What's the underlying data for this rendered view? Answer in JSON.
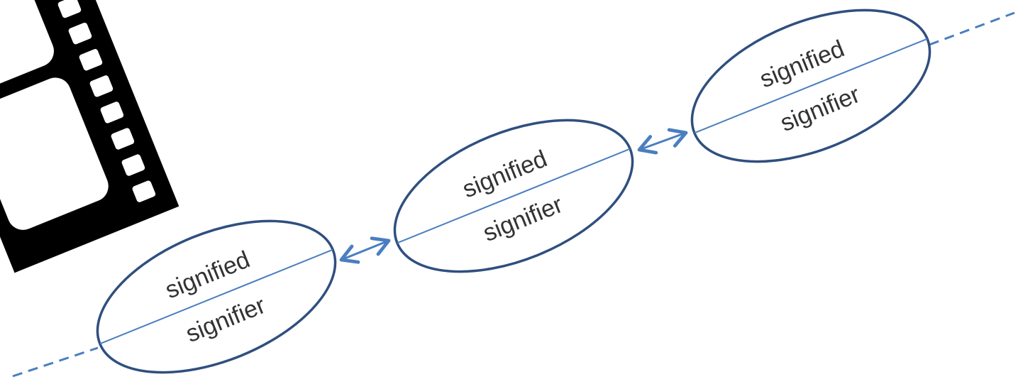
{
  "signs": [
    {
      "signified": "signified",
      "signifier": "signifier"
    },
    {
      "signified": "signified",
      "signifier": "signifier"
    },
    {
      "signified": "signified",
      "signifier": "signifier"
    }
  ],
  "colors": {
    "ellipse_stroke": "#2f4f7f",
    "connector": "#4a7ec0",
    "text": "#333333",
    "film": "#000000"
  },
  "icons": [
    "film-strip-icon",
    "double-arrow-icon"
  ]
}
